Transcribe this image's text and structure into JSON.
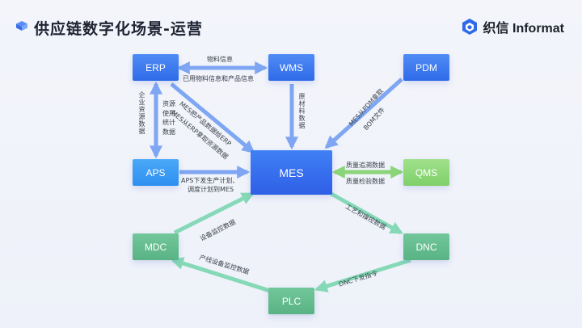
{
  "header": {
    "title": "供应链数字化场景-运营",
    "logo_text": "织信 Informat"
  },
  "colors": {
    "blue": "#3a78f2",
    "arrow_blue": "#7ea6f2",
    "arrow_green": "#8bd47a",
    "arrow_teal": "#86d9b6"
  },
  "nodes": {
    "erp": "ERP",
    "wms": "WMS",
    "pdm": "PDM",
    "aps": "APS",
    "mes": "MES",
    "qms": "QMS",
    "mdc": "MDC",
    "dnc": "DNC",
    "plc": "PLC"
  },
  "edges": {
    "erp_wms": "物料信息",
    "wms_erp": "已用物料信息和产品信息",
    "erp_aps": "企业资源数据",
    "aps_erp": "资源使用统计数据",
    "erp_mes_1": "MES从ERP拿取资源数据",
    "erp_mes_2": "MES把产品数据给ERP",
    "wms_mes": "原材料数据",
    "pdm_mes_1": "MES从PDM拿取",
    "pdm_mes_2": "BOM文件",
    "aps_mes_1": "APS下发生产计划、",
    "aps_mes_2": "调度计划到MES",
    "qms_1": "质量追溯数据",
    "qms_2": "质量检验数据",
    "mdc_mes": "设备监控数据",
    "mes_dnc": "工艺和操控数据",
    "dnc_plc": "DNC下发指令",
    "plc_mdc": "产线设备监控数据"
  }
}
